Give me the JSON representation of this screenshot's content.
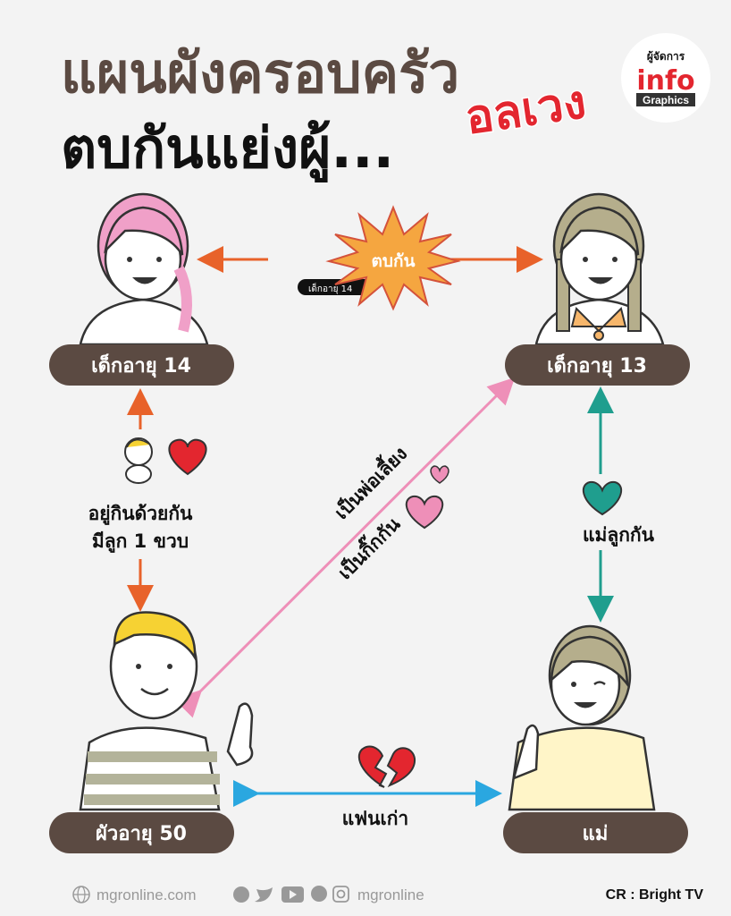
{
  "title": {
    "line1": "แผนผังครอบครัว",
    "accent": "อลเวง",
    "line2": "ตบกันแย่งผู้..."
  },
  "logo": {
    "top": "ผู้จัดการ",
    "main": "info",
    "sub": "Graphics"
  },
  "people": {
    "girl14": "เด็กอายุ 14",
    "girl13": "เด็กอายุ 13",
    "man50": "ผัวอายุ 50",
    "mother": "แม่"
  },
  "relations": {
    "fight": "ตบกัน",
    "fight_tag": "เด็กอายุ 14",
    "live_together_1": "อยู่กินด้วยกัน",
    "live_together_2": "มีลูก 1 ขวบ",
    "stepfather": "เป็นพ่อเลี้ยง",
    "affair": "เป็นกิ๊กกัน",
    "mother_daughter": "แม่ลูกกัน",
    "ex": "แฟนเก่า"
  },
  "footer": {
    "website": "mgronline.com",
    "social": "mgronline",
    "credit": "CR : Bright TV"
  },
  "colors": {
    "pill": "#5b4a42",
    "orange": "#e8622a",
    "pink": "#ee8fb8",
    "teal": "#1f9e8e",
    "blue": "#2aa7e0",
    "red": "#e3262f"
  }
}
